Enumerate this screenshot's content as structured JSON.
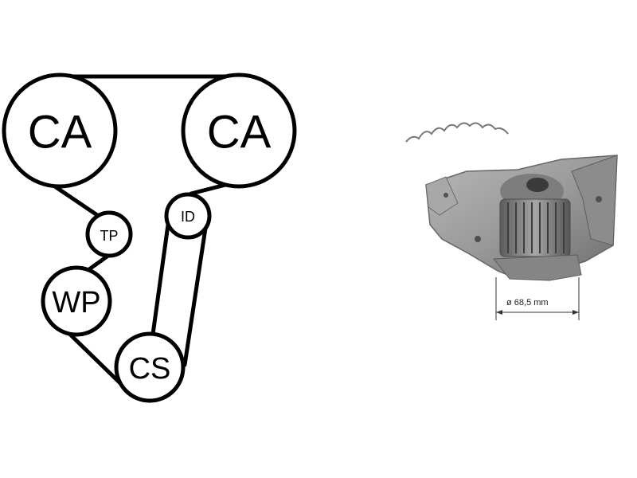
{
  "diagram": {
    "pulleys": {
      "cam_left": "CA",
      "cam_right": "CA",
      "tensioner": "TP",
      "idler": "ID",
      "water_pump": "WP",
      "crankshaft": "CS"
    }
  },
  "product": {
    "dimension_label": "ø 68,5 mm"
  },
  "colors": {
    "line": "#000000",
    "pump_body": "#9a9a9a",
    "background": "#ffffff"
  }
}
